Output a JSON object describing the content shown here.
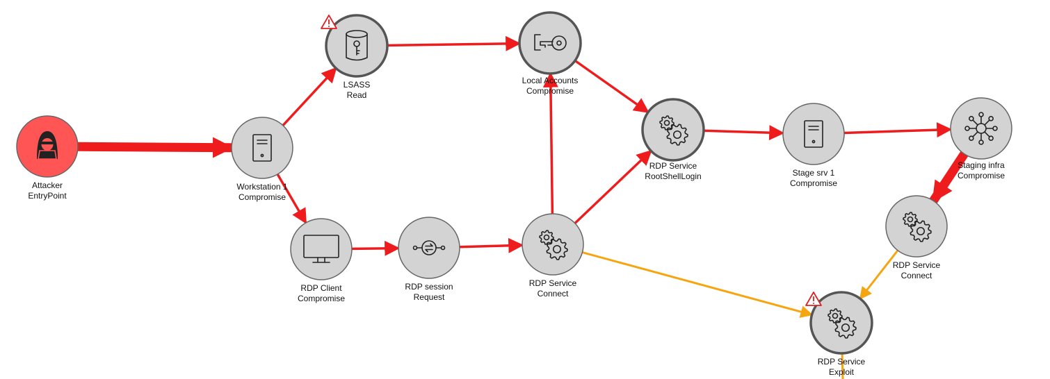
{
  "colors": {
    "critical": "#ee1c1c",
    "warning": "#f5a50f",
    "node_fill": "#d3d3d3",
    "node_stroke": "#666666",
    "node_stroke_emph": "#555555",
    "entry_fill": "#ff5555",
    "icon": "#222222",
    "alert": "#e02020"
  },
  "nodes": [
    {
      "id": "attacker",
      "label": [
        "Attacker",
        "EntryPoint"
      ],
      "icon": "hacker-icon",
      "kind": "entry"
    },
    {
      "id": "ws1",
      "label": [
        "Workstation 1",
        "Compromise"
      ],
      "icon": "server-icon"
    },
    {
      "id": "lsass",
      "label": [
        "LSASS",
        "Read"
      ],
      "icon": "database-key-icon",
      "emphasized": true,
      "alert": true
    },
    {
      "id": "localacc",
      "label": [
        "Local Accounts",
        "Compromise"
      ],
      "icon": "key-icon",
      "emphasized": true
    },
    {
      "id": "rdproot",
      "label": [
        "RDP Service",
        "RootShellLogin"
      ],
      "icon": "gears-icon",
      "emphasized": true
    },
    {
      "id": "stage1",
      "label": [
        "Stage srv 1",
        "Compromise"
      ],
      "icon": "server-icon"
    },
    {
      "id": "staginginfra",
      "label": [
        "Staging infra",
        "Compromise"
      ],
      "icon": "network-hub-icon"
    },
    {
      "id": "rdpclient",
      "label": [
        "RDP Client",
        "Compromise"
      ],
      "icon": "monitor-icon"
    },
    {
      "id": "rdpsession",
      "label": [
        "RDP session",
        "Request"
      ],
      "icon": "session-swap-icon"
    },
    {
      "id": "rdpconnect1",
      "label": [
        "RDP Service",
        "Connect"
      ],
      "icon": "gears-icon"
    },
    {
      "id": "rdpconnect2",
      "label": [
        "RDP Service",
        "Connect"
      ],
      "icon": "gears-icon"
    },
    {
      "id": "rdpexploit",
      "label": [
        "RDP Service",
        "Exploit"
      ],
      "icon": "gears-icon",
      "emphasized": true,
      "alert": true
    }
  ],
  "edges": [
    {
      "from": "attacker",
      "to": "ws1",
      "severity": "critical",
      "weight": "heavy"
    },
    {
      "from": "ws1",
      "to": "lsass",
      "severity": "critical"
    },
    {
      "from": "ws1",
      "to": "rdpclient",
      "severity": "critical"
    },
    {
      "from": "lsass",
      "to": "localacc",
      "severity": "critical"
    },
    {
      "from": "localacc",
      "to": "rdproot",
      "severity": "critical"
    },
    {
      "from": "rdpclient",
      "to": "rdpsession",
      "severity": "critical"
    },
    {
      "from": "rdpsession",
      "to": "rdpconnect1",
      "severity": "critical"
    },
    {
      "from": "rdpconnect1",
      "to": "localacc",
      "severity": "critical"
    },
    {
      "from": "rdpconnect1",
      "to": "rdproot",
      "severity": "critical"
    },
    {
      "from": "rdpconnect1",
      "to": "rdpexploit",
      "severity": "warning"
    },
    {
      "from": "rdproot",
      "to": "stage1",
      "severity": "critical"
    },
    {
      "from": "stage1",
      "to": "staginginfra",
      "severity": "critical"
    },
    {
      "from": "staginginfra",
      "to": "rdpconnect2",
      "severity": "critical",
      "weight": "heavy"
    },
    {
      "from": "rdpconnect2",
      "to": "rdpexploit",
      "severity": "warning"
    },
    {
      "from": "rdpexploit",
      "to": null,
      "severity": "warning"
    }
  ]
}
